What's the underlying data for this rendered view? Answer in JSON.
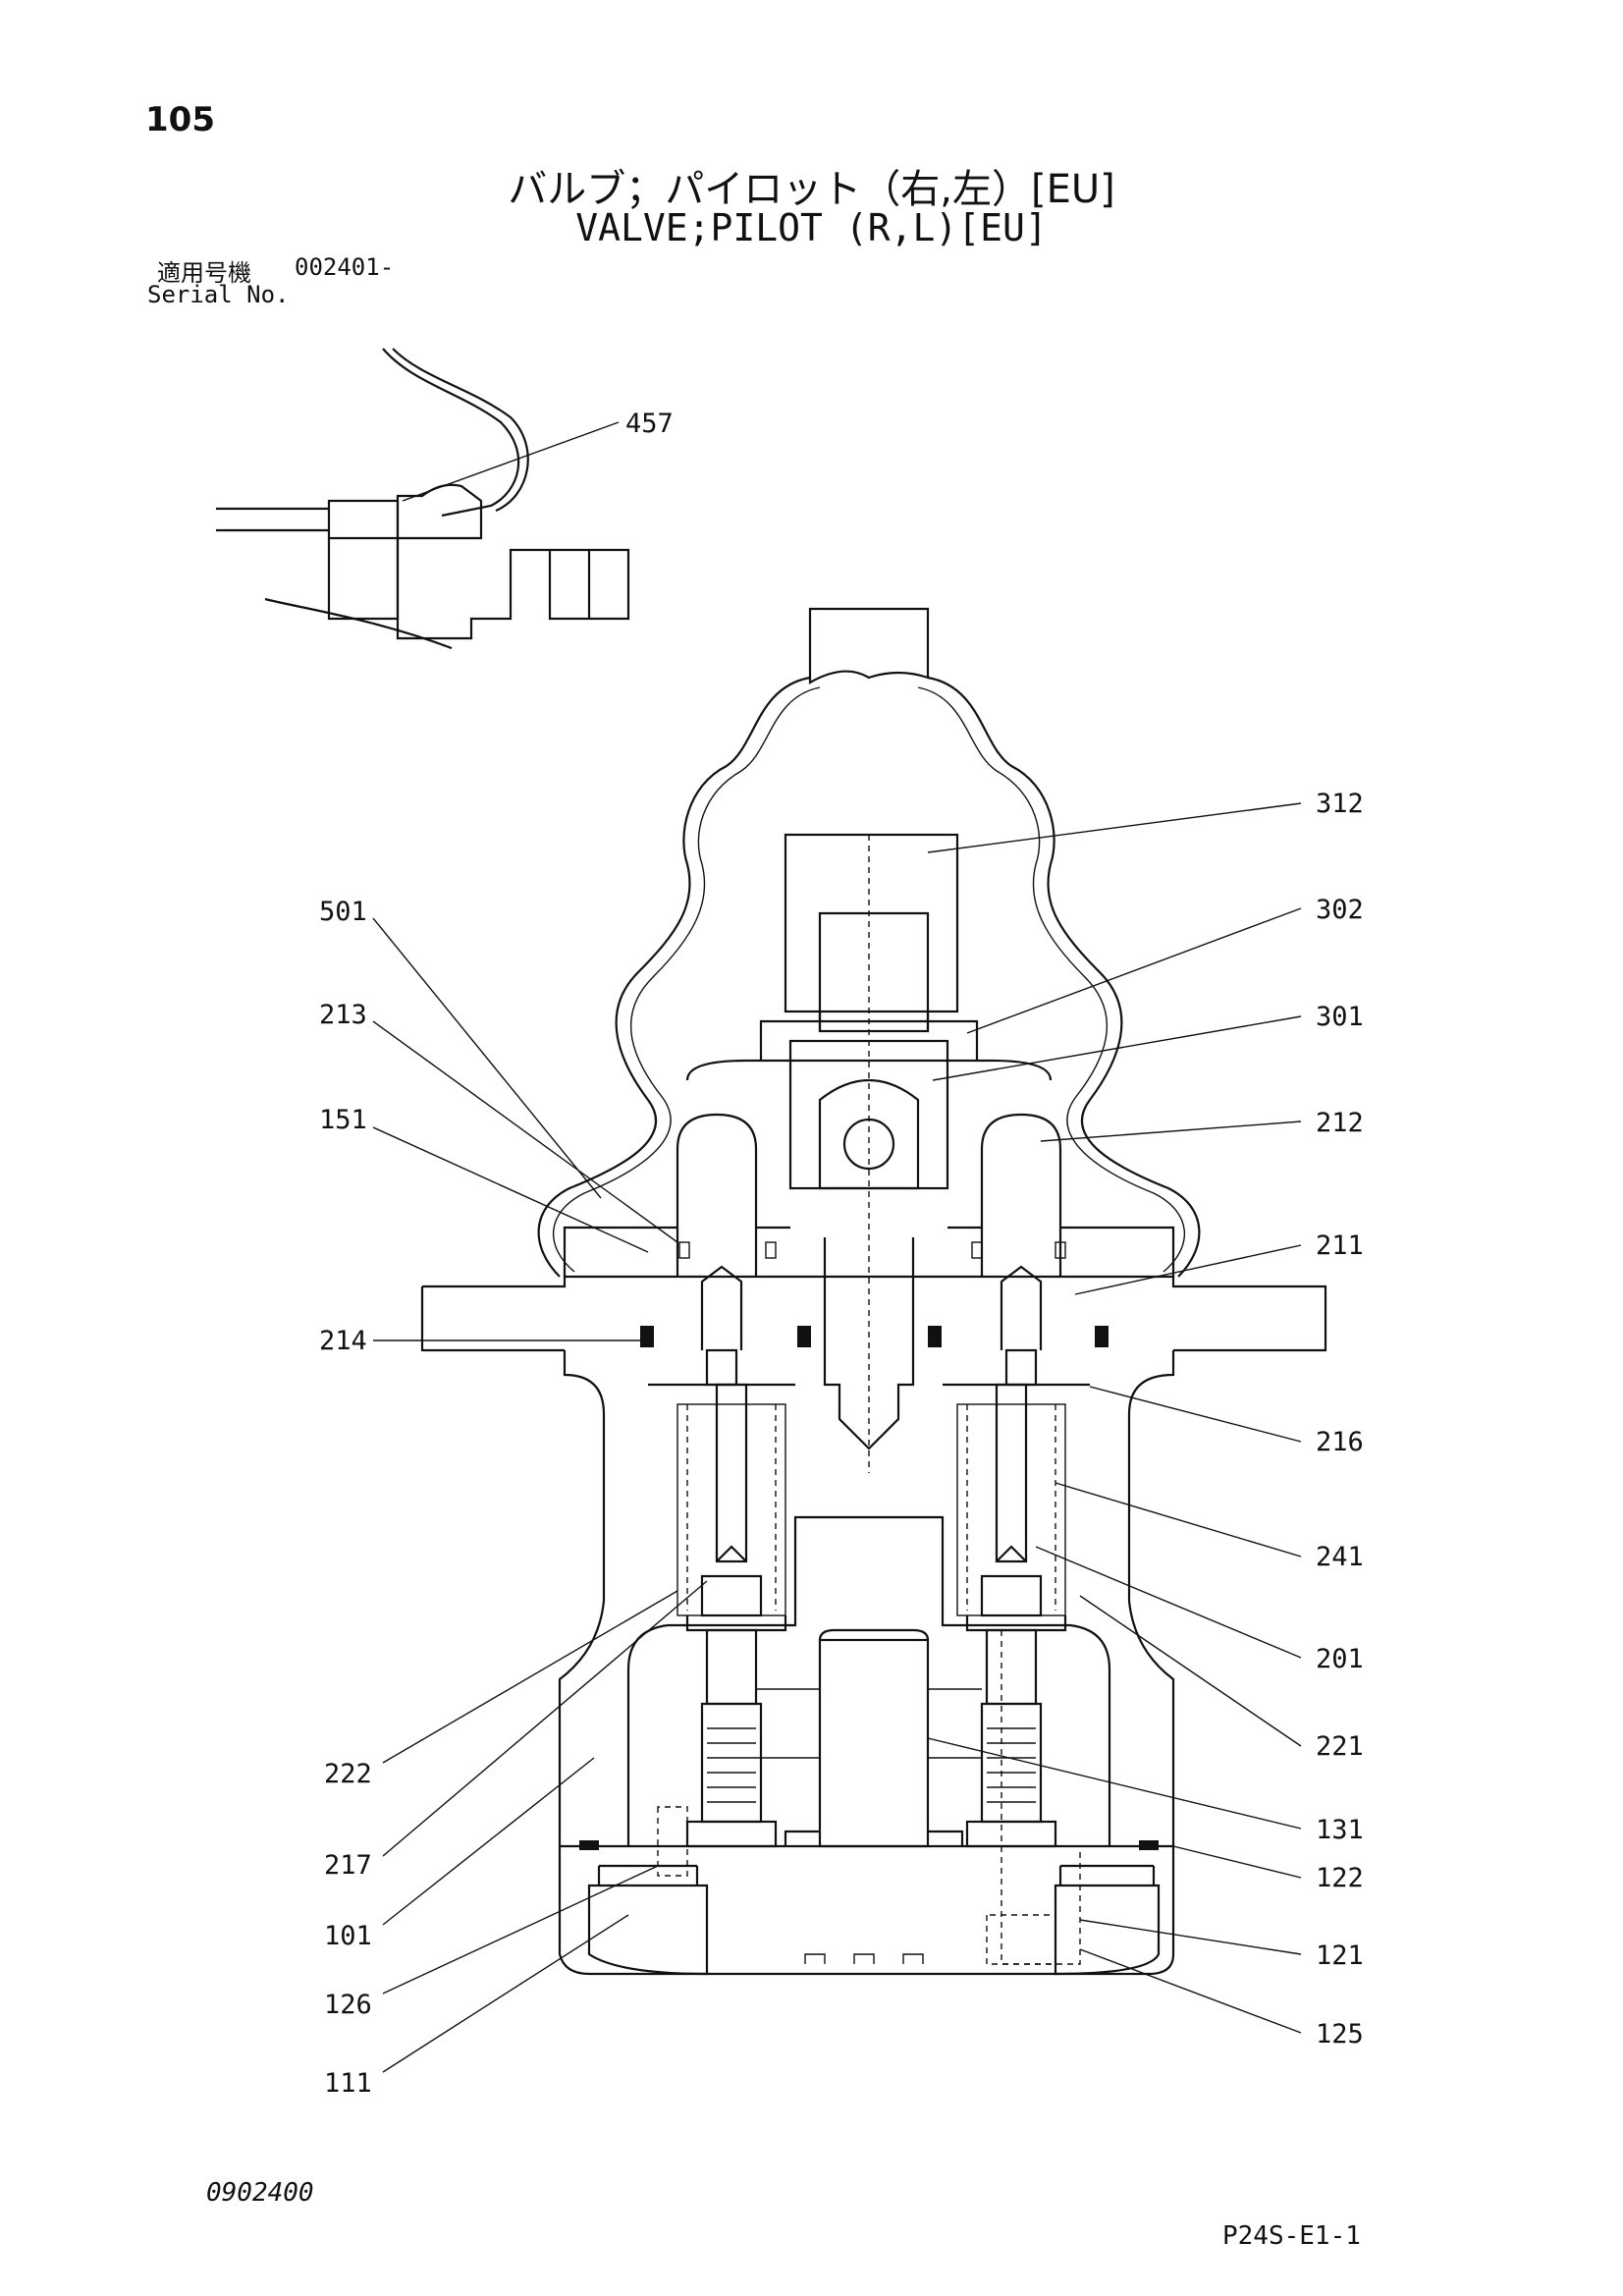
{
  "page": {
    "number": "105"
  },
  "title": {
    "japanese": "バルブ；パイロット（右,左）[EU]",
    "english": "VALVE;PILOT (R,L)[EU]"
  },
  "serial": {
    "label_jp": "適用号機",
    "value": "002401-",
    "label_en": "Serial No."
  },
  "footer": {
    "left_code": "0902400",
    "right_code": "P24S-E1-1"
  },
  "callouts": {
    "c457": "457",
    "c312": "312",
    "c302": "302",
    "c301": "301",
    "c212": "212",
    "c211": "211",
    "c216": "216",
    "c241": "241",
    "c201": "201",
    "c221": "221",
    "c131": "131",
    "c122": "122",
    "c121": "121",
    "c125": "125",
    "c501": "501",
    "c213": "213",
    "c151": "151",
    "c214": "214",
    "c222": "222",
    "c217": "217",
    "c101": "101",
    "c126": "126",
    "c111": "111"
  }
}
